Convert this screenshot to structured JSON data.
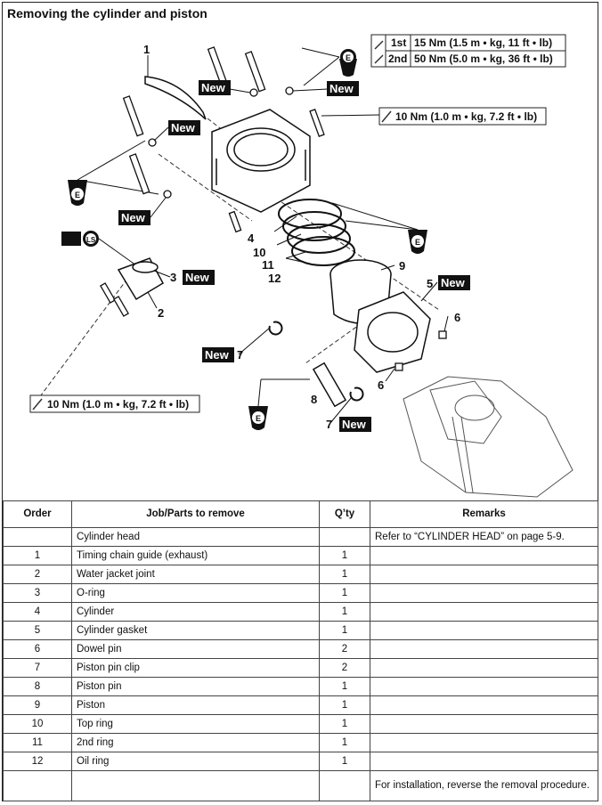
{
  "title": "Removing the cylinder and piston",
  "diagram": {
    "torque_top": {
      "row1_step": "1st",
      "row1_value": "15 Nm (1.5 m • kg, 11 ft • lb)",
      "row2_step": "2nd",
      "row2_value": "50 Nm (5.0 m • kg, 36 ft • lb)"
    },
    "torque_mid": "10 Nm (1.0 m • kg, 7.2 ft • lb)",
    "torque_bottom": "10 Nm (1.0 m • kg, 7.2 ft • lb)",
    "new_label": "New",
    "oil_symbol": "E",
    "grease_symbol": "LS",
    "callouts": {
      "n1": "1",
      "n2": "2",
      "n3": "3",
      "n4": "4",
      "n5": "5",
      "n6a": "6",
      "n6b": "6",
      "n7a": "7",
      "n7b": "7",
      "n8": "8",
      "n9": "9",
      "n10": "10",
      "n11": "11",
      "n12": "12"
    }
  },
  "table": {
    "headers": {
      "order": "Order",
      "job": "Job/Parts to remove",
      "qty": "Q’ty",
      "remarks": "Remarks"
    },
    "rows": [
      {
        "order": "",
        "job": "Cylinder head",
        "qty": "",
        "remarks": "Refer to “CYLINDER HEAD” on page 5-9."
      },
      {
        "order": "1",
        "job": "Timing chain guide (exhaust)",
        "qty": "1",
        "remarks": ""
      },
      {
        "order": "2",
        "job": "Water jacket joint",
        "qty": "1",
        "remarks": ""
      },
      {
        "order": "3",
        "job": "O-ring",
        "qty": "1",
        "remarks": ""
      },
      {
        "order": "4",
        "job": "Cylinder",
        "qty": "1",
        "remarks": ""
      },
      {
        "order": "5",
        "job": "Cylinder gasket",
        "qty": "1",
        "remarks": ""
      },
      {
        "order": "6",
        "job": "Dowel pin",
        "qty": "2",
        "remarks": ""
      },
      {
        "order": "7",
        "job": "Piston pin clip",
        "qty": "2",
        "remarks": ""
      },
      {
        "order": "8",
        "job": "Piston pin",
        "qty": "1",
        "remarks": ""
      },
      {
        "order": "9",
        "job": "Piston",
        "qty": "1",
        "remarks": ""
      },
      {
        "order": "10",
        "job": "Top ring",
        "qty": "1",
        "remarks": ""
      },
      {
        "order": "11",
        "job": "2nd ring",
        "qty": "1",
        "remarks": ""
      },
      {
        "order": "12",
        "job": "Oil ring",
        "qty": "1",
        "remarks": ""
      },
      {
        "order": "",
        "job": "",
        "qty": "",
        "remarks": "For installation, reverse the removal procedure."
      }
    ]
  }
}
